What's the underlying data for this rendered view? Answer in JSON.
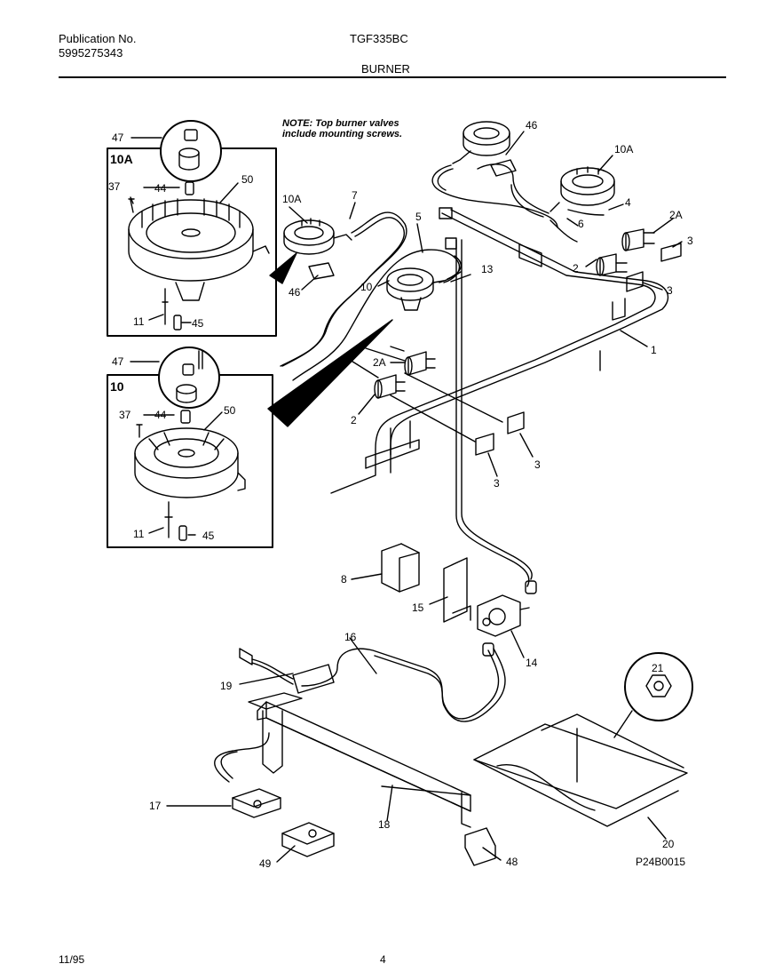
{
  "header": {
    "publication_label": "Publication No.",
    "publication_number": "5995275343",
    "model": "TGF335BC",
    "section": "BURNER"
  },
  "note": {
    "line1": "NOTE: Top burner valves",
    "line2": "include mounting screws."
  },
  "callouts": {
    "c47a": "47",
    "c10A_box": "10A",
    "c37a": "37",
    "c44a": "44",
    "c50a": "50",
    "c11a": "11",
    "c45a": "45",
    "c47b": "47",
    "c10_box": "10",
    "c37b": "37",
    "c44b": "44",
    "c50b": "50",
    "c11b": "11",
    "c45b": "45",
    "c46a": "46",
    "c10A_r": "10A",
    "c4": "4",
    "c6": "6",
    "c2A_r": "2A",
    "c3_r1": "3",
    "c2_r": "2",
    "c3_r2": "3",
    "c1": "1",
    "c10A_l": "10A",
    "c7": "7",
    "c5": "5",
    "c13": "13",
    "c10": "10",
    "c46b": "46",
    "c2A_l": "2A",
    "c2_l": "2",
    "c3_m1": "3",
    "c3_m2": "3",
    "c8": "8",
    "c15": "15",
    "c14": "14",
    "c16": "16",
    "c19": "19",
    "c21": "21",
    "c17": "17",
    "c18": "18",
    "c49": "49",
    "c48": "48",
    "c20": "20"
  },
  "figure_code": "P24B0015",
  "footer": {
    "date": "11/95",
    "page": "4"
  }
}
